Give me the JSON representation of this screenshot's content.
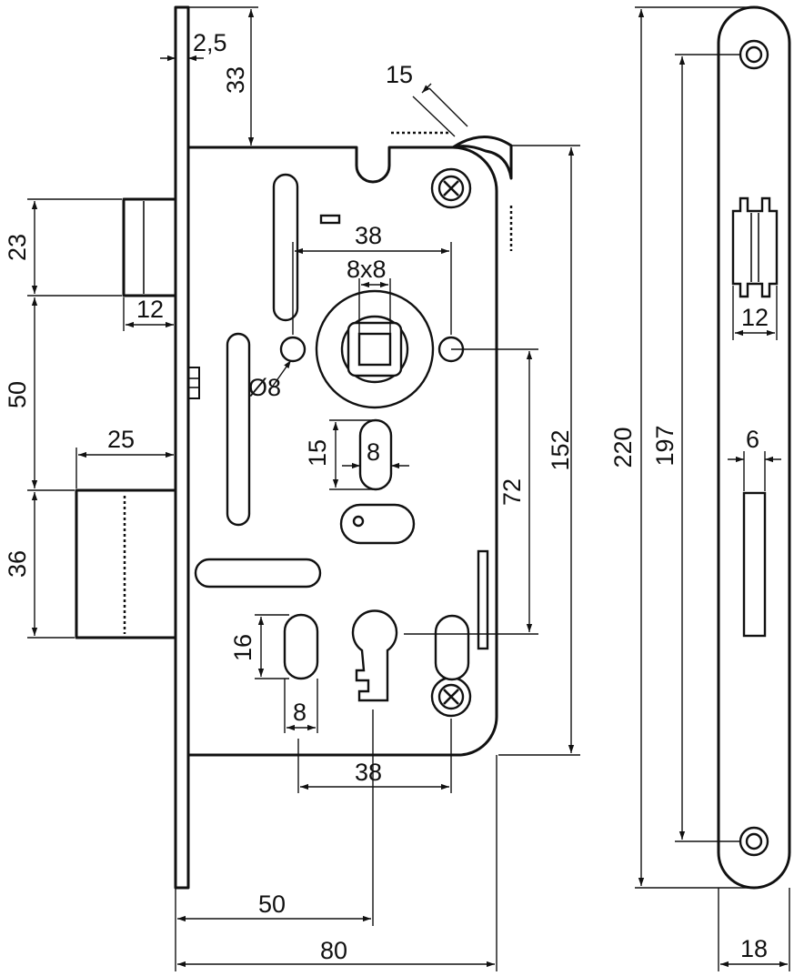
{
  "drawing": {
    "dimensions": {
      "faceplate_thickness": "2,5",
      "top_to_lock_body": "33",
      "chamfer": "15",
      "latch_height": "23",
      "latch_projection": "12",
      "latch_to_bolt": "50",
      "bolt_projection": "25",
      "bolt_height": "36",
      "spindle_hole_spacing": "38",
      "spindle_square": "8x8",
      "spindle_hole_diameter": "Ø8",
      "slot_height": "15",
      "slot_width": "8",
      "spindle_to_keyhole": "72",
      "body_height": "152",
      "bottom_slot_height": "16",
      "bottom_slot_width": "8",
      "bottom_hole_spacing": "38",
      "backset": "50",
      "body_depth": "80",
      "strike_plate_length": "220",
      "strike_screw_spacing": "197",
      "strike_latch_opening": "12",
      "strike_bolt_opening": "6",
      "strike_plate_width": "18"
    }
  }
}
